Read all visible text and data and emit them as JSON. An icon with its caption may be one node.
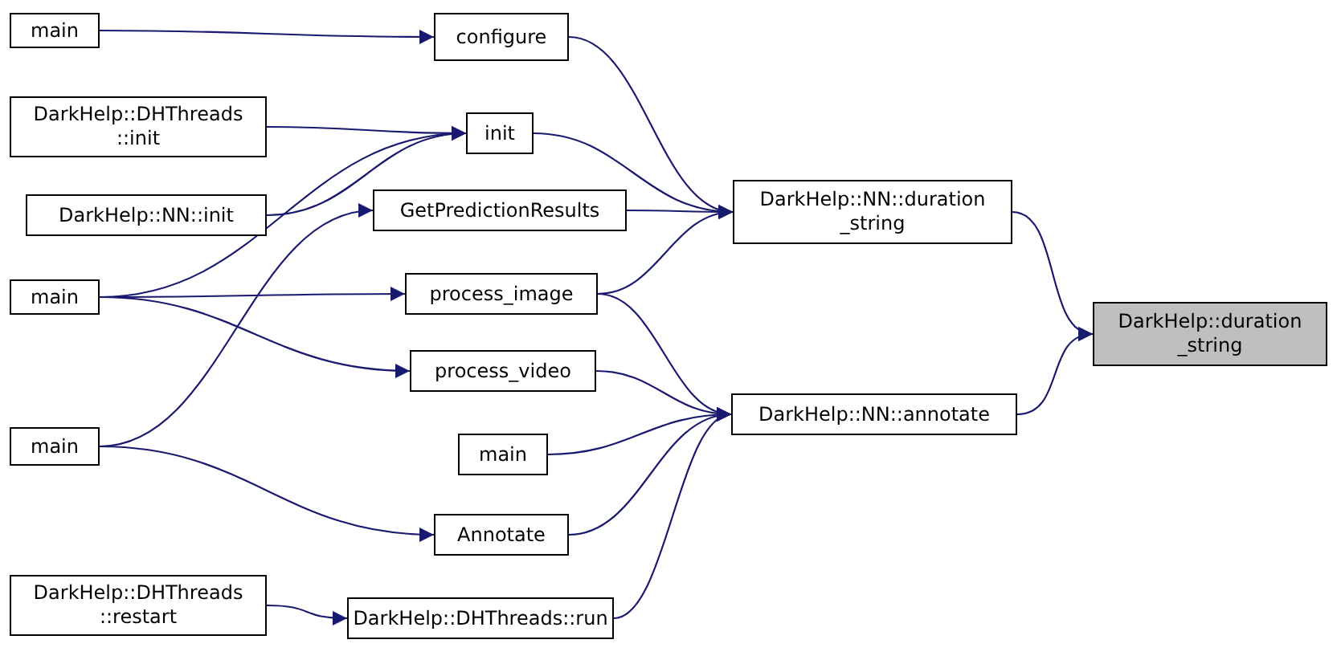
{
  "diagram": {
    "nodes": [
      {
        "text": [
          "main"
        ]
      },
      {
        "text": [
          "configure"
        ]
      },
      {
        "text": [
          "DarkHelp::DHThreads ::init"
        ]
      },
      {
        "text": [
          "init"
        ]
      },
      {
        "text": [
          "DarkHelp::NN::init"
        ]
      },
      {
        "text": [
          "GetPredictionResults"
        ]
      },
      {
        "text": [
          "DarkHelp::NN::duration _string"
        ]
      },
      {
        "text": [
          "main"
        ]
      },
      {
        "text": [
          "process_image"
        ]
      },
      {
        "text": [
          "process_video"
        ]
      },
      {
        "text": [
          "DarkHelp::duration _string"
        ]
      },
      {
        "text": [
          "main"
        ]
      },
      {
        "text": [
          "DarkHelp::NN::annotate"
        ]
      },
      {
        "text": [
          "main"
        ]
      },
      {
        "text": [
          "Annotate"
        ]
      },
      {
        "text": [
          "DarkHelp::DHThreads ::restart"
        ]
      },
      {
        "text": [
          "DarkHelp::DHThreads::run"
        ]
      }
    ],
    "edges": [
      {
        "from": 0,
        "to": 1,
        "arrow": "to"
      },
      {
        "from": 1,
        "to": 6,
        "arrow": "to"
      },
      {
        "from": 2,
        "to": 3,
        "arrow": "to"
      },
      {
        "from": 4,
        "to": 3,
        "arrow": "to"
      },
      {
        "from": 7,
        "to": 3,
        "arrow": "to"
      },
      {
        "from": 3,
        "to": 6,
        "arrow": "to"
      },
      {
        "from": 13,
        "to": 5,
        "arrow": "to"
      },
      {
        "from": 5,
        "to": 6,
        "arrow": "to"
      },
      {
        "from": 7,
        "to": 8,
        "arrow": "to"
      },
      {
        "from": 7,
        "to": 9,
        "arrow": "to"
      },
      {
        "from": 8,
        "to": 6,
        "arrow": "to"
      },
      {
        "from": 8,
        "to": 12,
        "arrow": "to"
      },
      {
        "from": 9,
        "to": 12,
        "arrow": "to"
      },
      {
        "from": 11,
        "to": 12,
        "arrow": "to"
      },
      {
        "from": 13,
        "to": 14,
        "arrow": "to"
      },
      {
        "from": 14,
        "to": 12,
        "arrow": "to"
      },
      {
        "from": 15,
        "to": 16,
        "arrow": "to"
      },
      {
        "from": 16,
        "to": 12,
        "arrow": "to"
      },
      {
        "from": 6,
        "to": 10,
        "arrow": "to"
      },
      {
        "from": 12,
        "to": 10,
        "arrow": "to"
      }
    ]
  }
}
